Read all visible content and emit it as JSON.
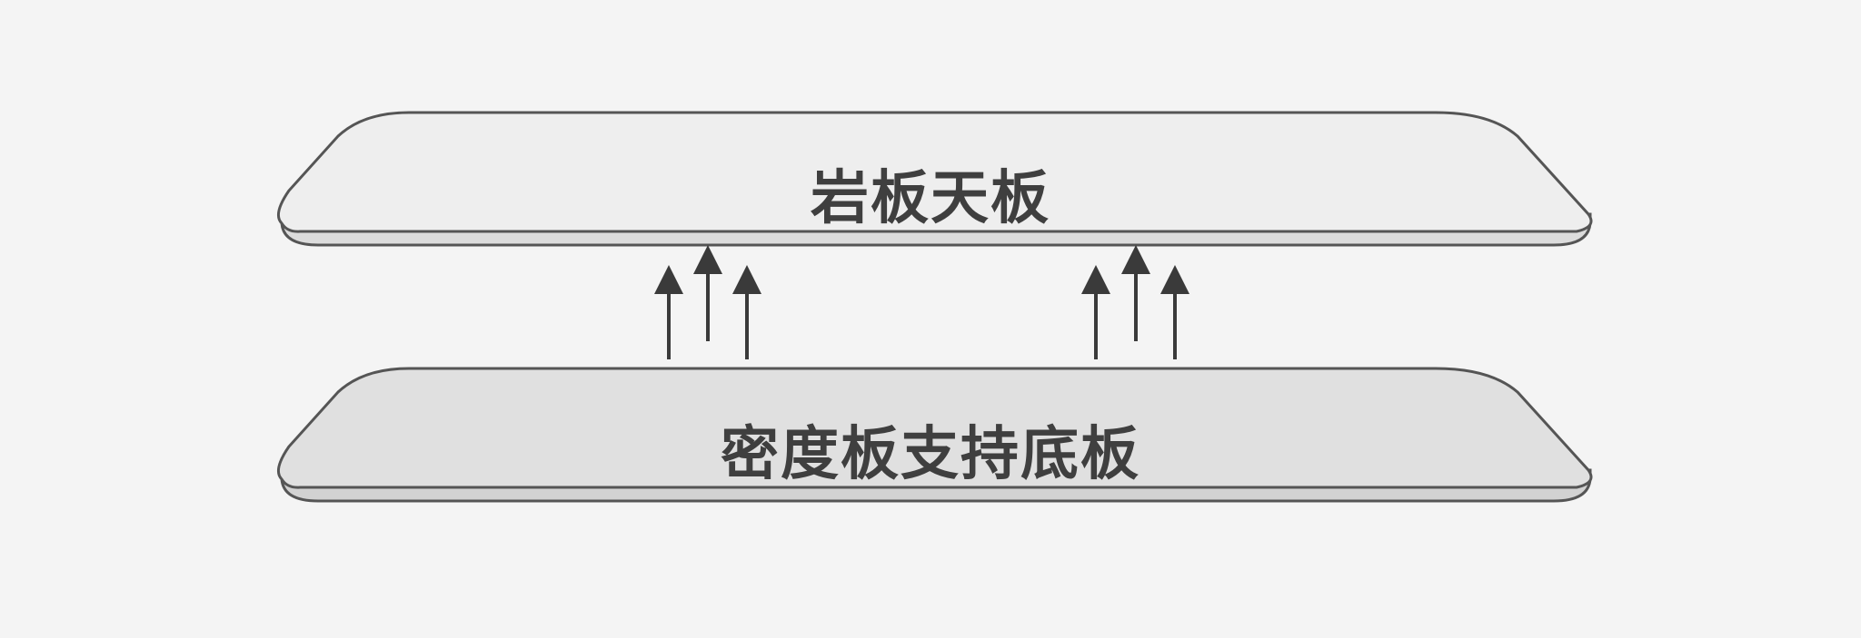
{
  "top_plate": {
    "label": "岩板天板"
  },
  "bottom_plate": {
    "label": "密度板支持底板"
  },
  "colors": {
    "background": "#f4f4f4",
    "top_plate_fill": "#eeeeee",
    "bottom_plate_fill": "#e0e0e0",
    "outline": "#555555",
    "arrow": "#3a3a3a",
    "text": "#3f3f3f"
  },
  "arrows": {
    "direction": "up",
    "groups": 2,
    "per_group": 3
  }
}
